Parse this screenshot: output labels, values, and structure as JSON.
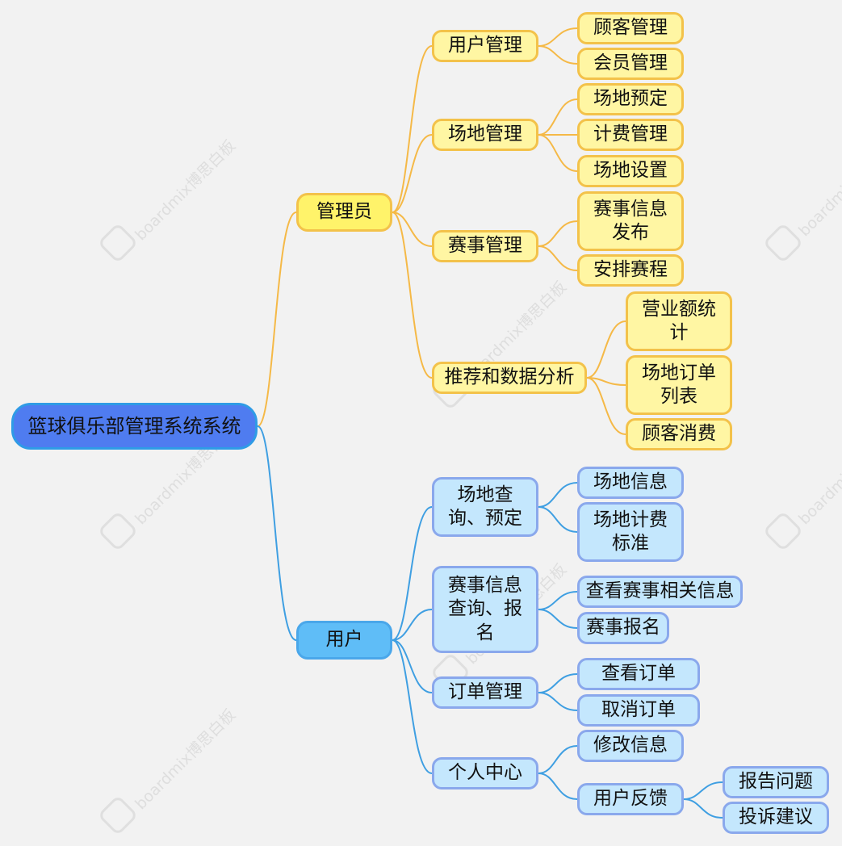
{
  "watermark": "boardmix博思白板",
  "colors": {
    "admin_edge": "#f5b947",
    "user_edge": "#3f9fe2"
  },
  "mindmap": {
    "root": "篮球俱乐部管理系统系统",
    "admin": {
      "label": "管理员",
      "groups": [
        {
          "label": "用户管理",
          "items": [
            "顾客管理",
            "会员管理"
          ]
        },
        {
          "label": "场地管理",
          "items": [
            "场地预定",
            "计费管理",
            "场地设置"
          ]
        },
        {
          "label": "赛事管理",
          "items": [
            "赛事信息\n发布",
            "安排赛程"
          ]
        },
        {
          "label": "推荐和数据分析",
          "items": [
            "营业额统\n计",
            "场地订单\n列表",
            "顾客消费"
          ]
        }
      ]
    },
    "user": {
      "label": "用户",
      "groups": [
        {
          "label": "场地查\n询、预定",
          "items": [
            "场地信息",
            "场地计费\n标准"
          ]
        },
        {
          "label": "赛事信息\n查询、报\n名",
          "items": [
            "查看赛事相关信息",
            "赛事报名"
          ]
        },
        {
          "label": "订单管理",
          "items": [
            "查看订单",
            "取消订单"
          ]
        },
        {
          "label": "个人中心",
          "items": [
            "修改信息",
            "用户反馈"
          ],
          "sub": [
            "报告问题",
            "投诉建议"
          ]
        }
      ]
    }
  }
}
